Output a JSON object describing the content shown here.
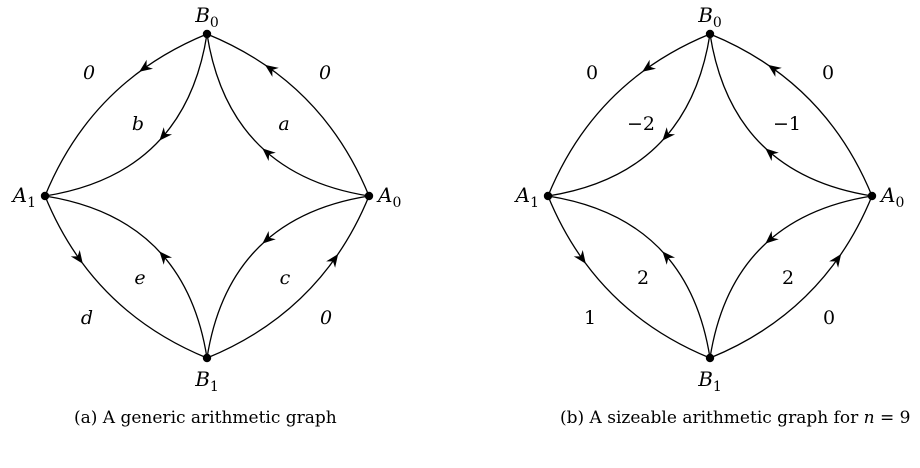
{
  "figures": [
    {
      "id": "a",
      "caption_prefix": "(a) A generic arithmetic graph",
      "caption_math": "",
      "caption_suffix": "",
      "edge_label_style": "italic",
      "vertices": [
        {
          "name": "B",
          "sub": "0"
        },
        {
          "name": "A",
          "sub": "0"
        },
        {
          "name": "B",
          "sub": "1"
        },
        {
          "name": "A",
          "sub": "1"
        }
      ],
      "edge_labels": {
        "outer_B0_A1": "0",
        "outer_A0_B0": "0",
        "outer_B1_A0": "0",
        "outer_A1_B1": "d",
        "inner_B0_A1": "b",
        "inner_A0_B0": "a",
        "inner_A0_B1": "c",
        "inner_B1_A1": "e"
      }
    },
    {
      "id": "b",
      "caption_prefix": "(b) A sizeable arithmetic graph for ",
      "caption_math": "n",
      "caption_suffix": " = 9",
      "edge_label_style": "upright",
      "vertices": [
        {
          "name": "B",
          "sub": "0"
        },
        {
          "name": "A",
          "sub": "0"
        },
        {
          "name": "B",
          "sub": "1"
        },
        {
          "name": "A",
          "sub": "1"
        }
      ],
      "edge_labels": {
        "outer_B0_A1": "0",
        "outer_A0_B0": "0",
        "outer_B1_A0": "0",
        "outer_A1_B1": "1",
        "inner_B0_A1": "−2",
        "inner_A0_B0": "−1",
        "inner_A0_B1": "2",
        "inner_B1_A1": "2"
      }
    }
  ]
}
